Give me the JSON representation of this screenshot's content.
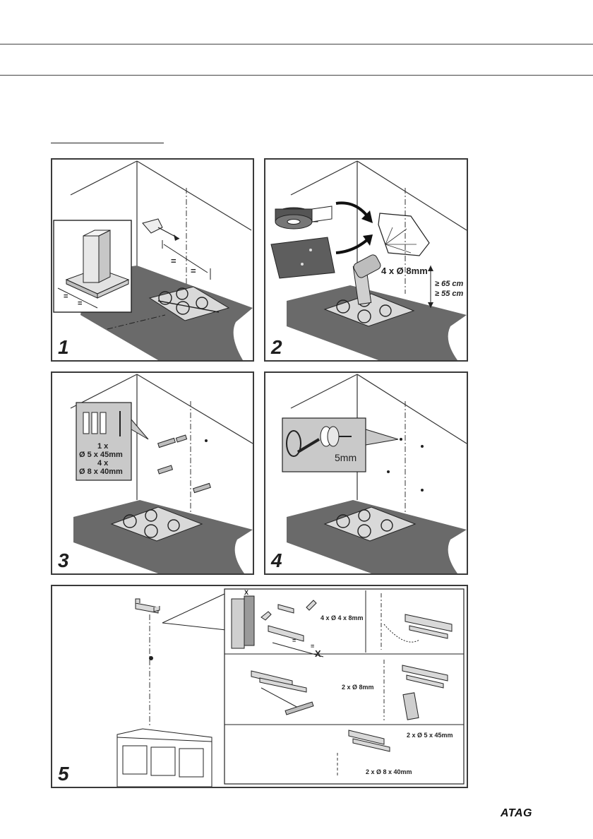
{
  "brand": {
    "logo_text": "ATAG"
  },
  "panels": [
    {
      "number": "1",
      "labels": [
        "=",
        "=",
        "=",
        "="
      ]
    },
    {
      "number": "2",
      "drill_label": "4 x Ø 8mm",
      "height_min": "≥ 65 cm",
      "height_alt": "≥ 55 cm"
    },
    {
      "number": "3",
      "screw_count": "1 x",
      "screw_size": "Ø 5 x 45mm",
      "plug_count": "4 x",
      "plug_size": "Ø 8 x 40mm"
    },
    {
      "number": "4",
      "depth_label": "5mm"
    },
    {
      "number": "5",
      "x_label": "X",
      "x_label_large": "X",
      "drill_label": "4 x Ø 4 x 8mm",
      "drill2_label": "2 x Ø 8mm",
      "screw_label": "2 x Ø 5 x 45mm",
      "plug_label": "2 x Ø 8 x 40mm",
      "eq": "="
    }
  ]
}
